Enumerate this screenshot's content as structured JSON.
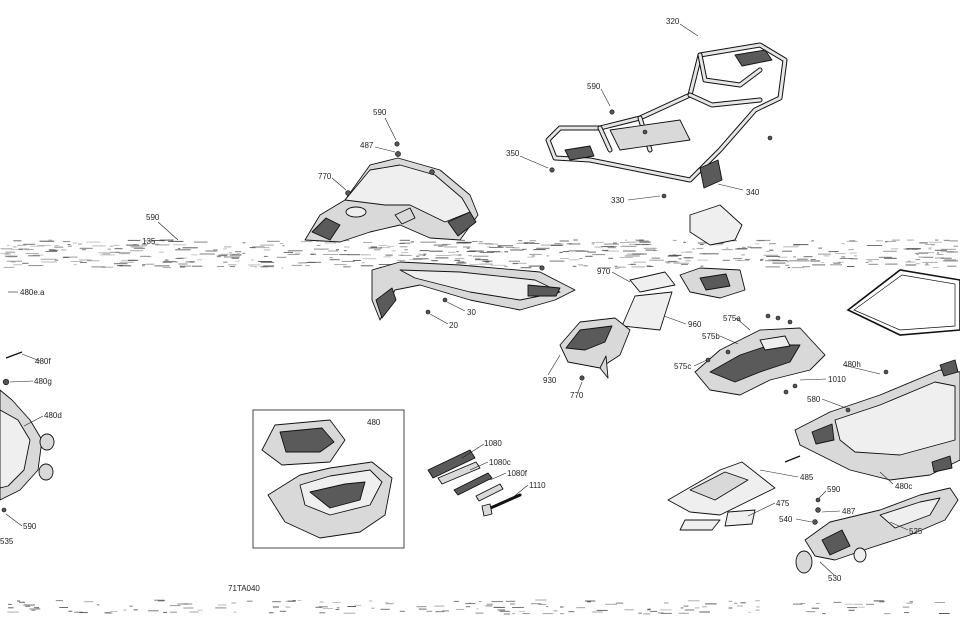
{
  "diagram": {
    "drawing_code": "71TA040",
    "callouts": {
      "c320": "320",
      "c590_top": "590",
      "c350": "350",
      "c330": "330",
      "c340": "340",
      "c590_fender": "590",
      "c487_fender": "487",
      "c770_fender": "770",
      "c590_left": "590",
      "c135": "135",
      "c480ea": "480e.a",
      "c20": "20",
      "c30": "30",
      "c970": "970",
      "c960": "960",
      "c930": "930",
      "c770_lower": "770",
      "c575a": "575a",
      "c575b": "575b",
      "c575c": "575c",
      "c1010": "1010",
      "c480f": "480f",
      "c480g": "480g",
      "c480d": "480d",
      "c590_bl": "590",
      "c535": "535",
      "c480_kit": "480",
      "c1080": "1080",
      "c1080c": "1080c",
      "c1080f": "1080f",
      "c1110": "1110",
      "c480h": "480h",
      "c580": "580",
      "c485": "485",
      "c480c": "480c",
      "c475": "475",
      "c590_br": "590",
      "c487_br": "487",
      "c540": "540",
      "c525": "525",
      "c530": "530"
    }
  }
}
